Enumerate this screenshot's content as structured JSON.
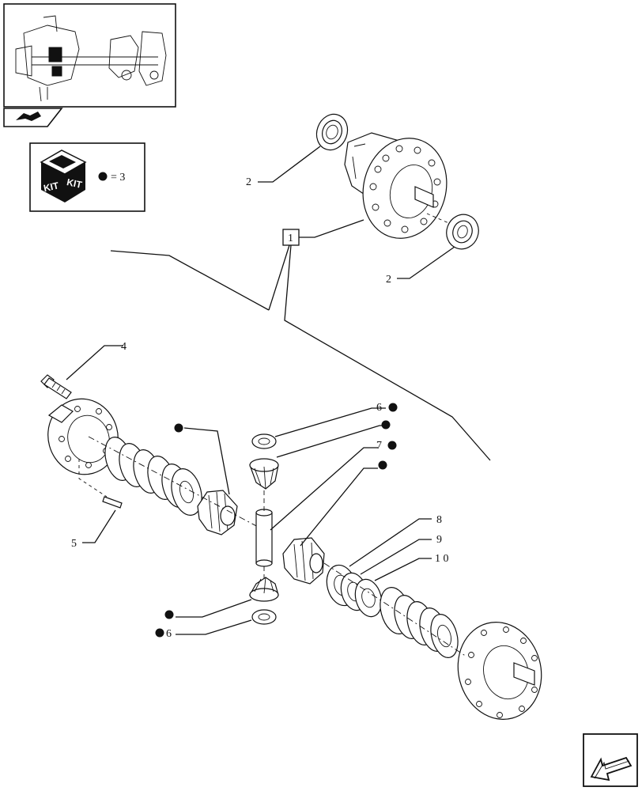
{
  "kit_box": {
    "kit_left": "KIT",
    "kit_right": "KIT",
    "legend_text": "= 3"
  },
  "reference_box": {
    "label": "1"
  },
  "callouts": {
    "upper_bearing": "2",
    "lower_bearing": "2",
    "bolt": "4",
    "pin": "5",
    "washer_top": "6",
    "washer_bottom": "6",
    "shaft": "7",
    "shim_a": "8",
    "shim_b": "9",
    "shim_c": "1 0"
  }
}
